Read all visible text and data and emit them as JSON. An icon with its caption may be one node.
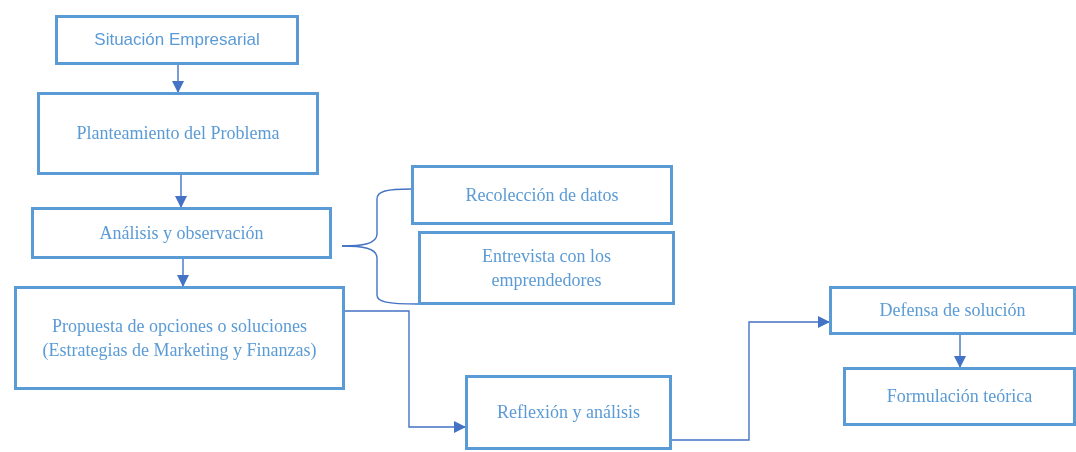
{
  "diagram": {
    "nodes": [
      {
        "text": [
          "Situación Empresarial"
        ]
      },
      {
        "text": [
          "Planteamiento del Problema"
        ]
      },
      {
        "text": [
          "Análisis y observación"
        ]
      },
      {
        "text": [
          "Propuesta de opciones o soluciones (Estrategias de Marketing y Finanzas)"
        ]
      },
      {
        "text": [
          "Recolección de datos"
        ]
      },
      {
        "text": [
          "Entrevista con los emprendedores"
        ]
      },
      {
        "text": [
          "Reflexión y análisis"
        ]
      },
      {
        "text": [
          "Defensa de solución"
        ]
      },
      {
        "text": [
          "Formulación teórica"
        ]
      }
    ],
    "edges": [
      {
        "from": 0,
        "to": 1,
        "arrow": "to"
      },
      {
        "from": 1,
        "to": 2,
        "arrow": "to"
      },
      {
        "from": 2,
        "to": 3,
        "arrow": "to"
      },
      {
        "from": 2,
        "to": 4,
        "arrow": "none"
      },
      {
        "from": 2,
        "to": 5,
        "arrow": "none"
      },
      {
        "from": 3,
        "to": 6,
        "arrow": "to"
      },
      {
        "from": 6,
        "to": 7,
        "arrow": "to"
      },
      {
        "from": 7,
        "to": 8,
        "arrow": "to"
      }
    ]
  }
}
